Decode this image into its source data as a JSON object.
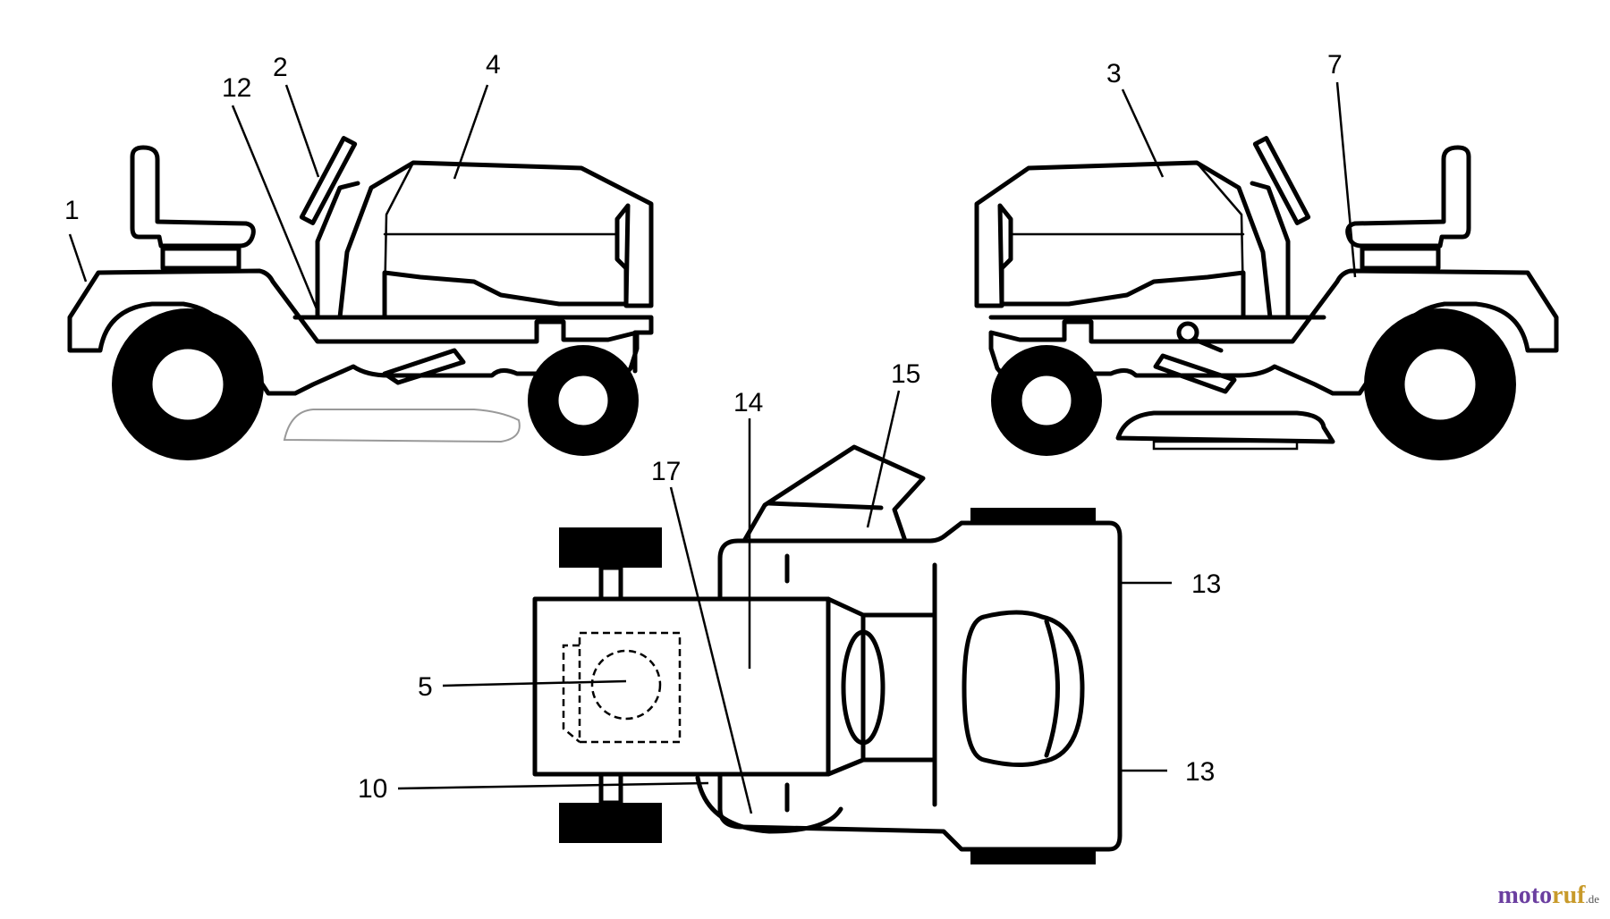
{
  "callouts": {
    "c1": "1",
    "c2": "2",
    "c3": "3",
    "c4": "4",
    "c5": "5",
    "c7": "7",
    "c10": "10",
    "c12": "12",
    "c13a": "13",
    "c13b": "13",
    "c14": "14",
    "c15": "15",
    "c17": "17"
  },
  "watermark": {
    "part1": "moto",
    "part2": "ruf",
    "tld": ".de"
  },
  "colors": {
    "line": "#000000",
    "background": "#ffffff",
    "watermark_primary": "#6b3fa0",
    "watermark_accent": "#c89a2a"
  }
}
